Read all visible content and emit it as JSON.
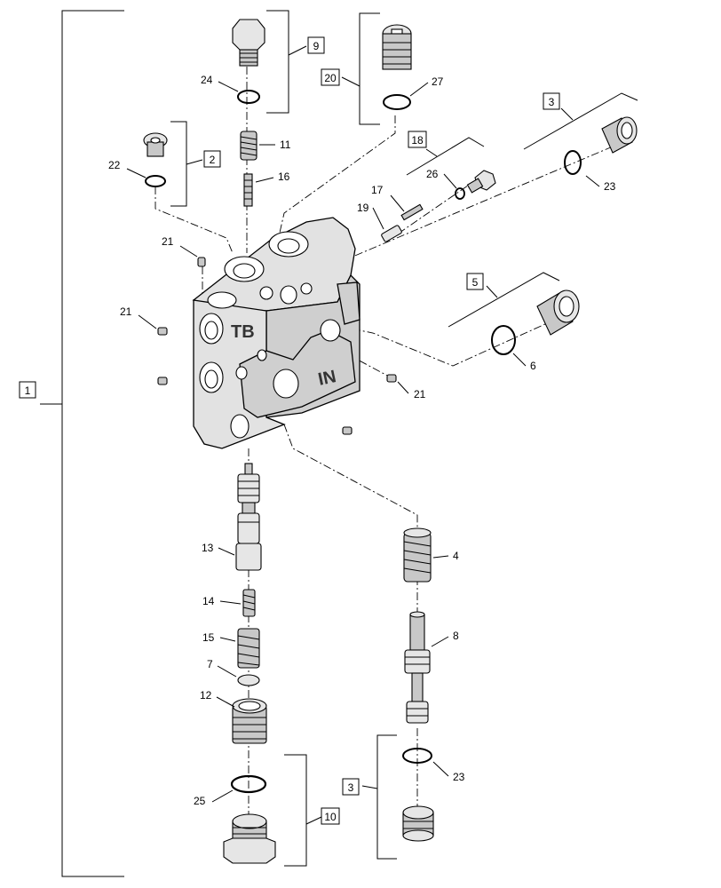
{
  "callouts": {
    "c1": "1",
    "c2": "2",
    "c3a": "3",
    "c3b": "3",
    "c4": "4",
    "c5": "5",
    "c6": "6",
    "c7": "7",
    "c8": "8",
    "c9": "9",
    "c10": "10",
    "c11": "11",
    "c12": "12",
    "c13": "13",
    "c14": "14",
    "c15": "15",
    "c16": "16",
    "c17": "17",
    "c18": "18",
    "c19": "19",
    "c20": "20",
    "c21a": "21",
    "c21b": "21",
    "c21c": "21",
    "c22": "22",
    "c23a": "23",
    "c23b": "23",
    "c24": "24",
    "c25": "25",
    "c26": "26",
    "c27": "27"
  },
  "body_markings": {
    "tb": "TB",
    "in": "IN"
  }
}
